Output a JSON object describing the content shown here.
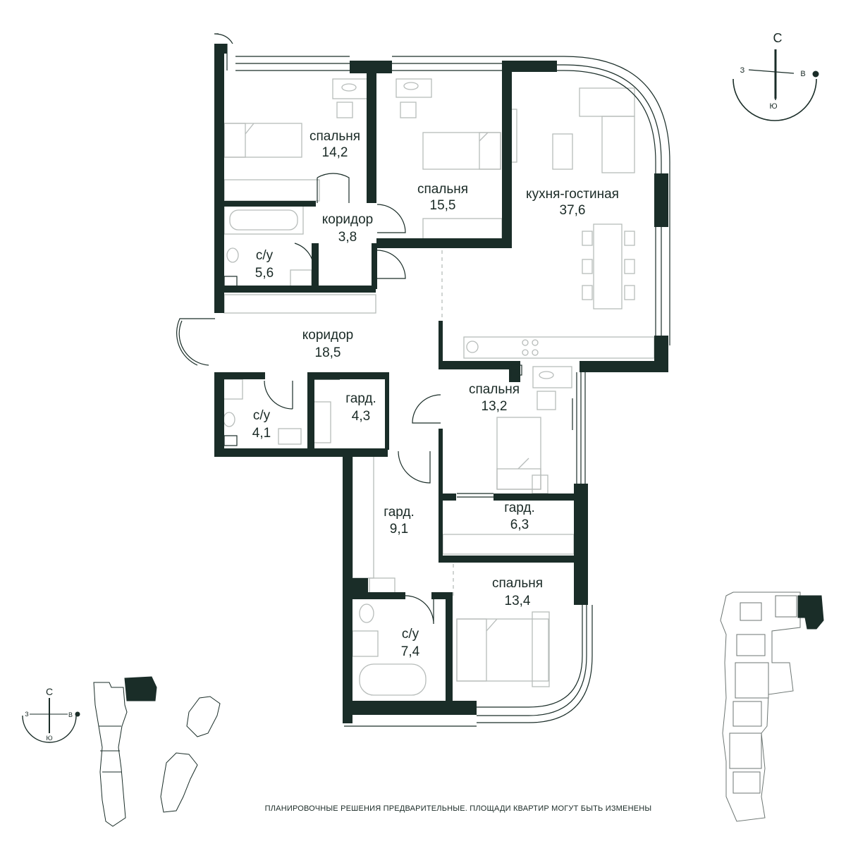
{
  "rooms": {
    "bedroom_1": {
      "name": "спальня",
      "area": "14,2"
    },
    "bedroom_2": {
      "name": "спальня",
      "area": "15,5"
    },
    "kitchen_living": {
      "name": "кухня-гостиная",
      "area": "37,6"
    },
    "corridor_small": {
      "name": "коридор",
      "area": "3,8"
    },
    "bathroom_1": {
      "name": "с/у",
      "area": "5,6"
    },
    "corridor_main": {
      "name": "коридор",
      "area": "18,5"
    },
    "bathroom_2": {
      "name": "с/у",
      "area": "4,1"
    },
    "wardrobe_1": {
      "name": "гард.",
      "area": "4,3"
    },
    "bedroom_3": {
      "name": "спальня",
      "area": "13,2"
    },
    "wardrobe_2": {
      "name": "гард.",
      "area": "9,1"
    },
    "wardrobe_3": {
      "name": "гард.",
      "area": "6,3"
    },
    "bedroom_4": {
      "name": "спальня",
      "area": "13,4"
    },
    "bathroom_3": {
      "name": "с/у",
      "area": "7,4"
    }
  },
  "compass_main": {
    "north": "С",
    "west": "З",
    "east": "В",
    "south": "Ю"
  },
  "compass_small": {
    "north": "С",
    "west": "З",
    "east": "В",
    "south": "Ю"
  },
  "disclaimer": "ПЛАНИРОВОЧНЫЕ РЕШЕНИЯ ПРЕДВАРИТЕЛЬНЫЕ. ПЛОЩАДИ КВАРТИР МОГУТ БЫТЬ ИЗМЕНЕНЫ",
  "colors": {
    "wall": "#1a2d28",
    "furniture": "#b7bcba",
    "text": "#1a2a26"
  }
}
